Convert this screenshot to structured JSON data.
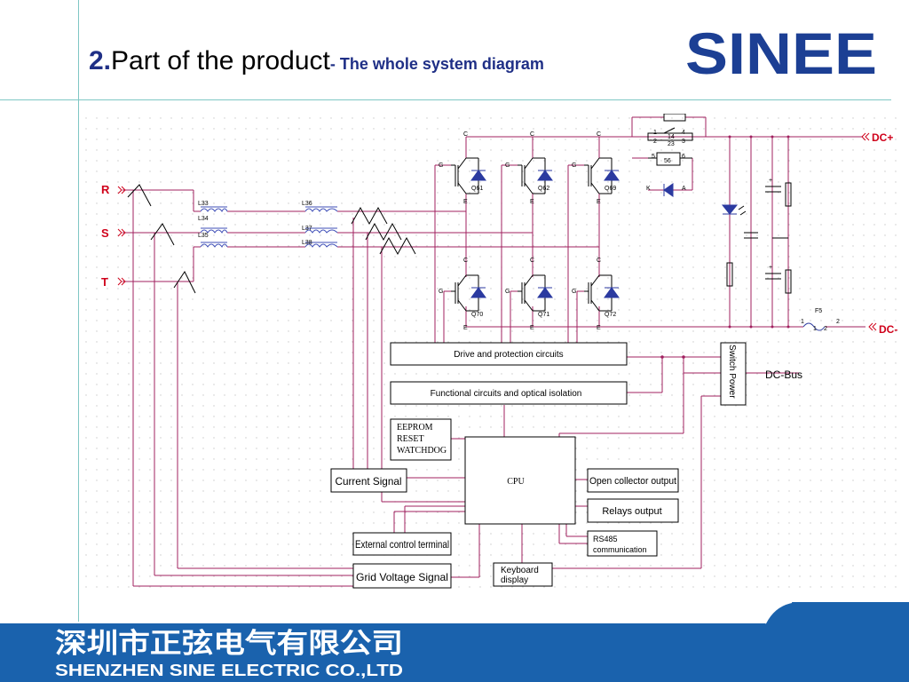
{
  "slide": {
    "title_number": "2.",
    "title_main": "Part of the product",
    "title_sub": "- The whole system diagram",
    "brand": "SINEE",
    "footer_cn": "深圳市正弦电气有限公司",
    "footer_en": "SHENZHEN SINE ELECTRIC CO.,LTD"
  },
  "colors": {
    "accent_line": "#7fc7c4",
    "title_blue": "#1f2f86",
    "logo_blue": "#1c3f94",
    "footer_blue": "#1a62ad",
    "wire": "#a0205f",
    "blue_wire": "#3f4fb7",
    "red_label": "#d0021b"
  },
  "diagram": {
    "inputs": [
      "R",
      "S",
      "T"
    ],
    "dc_plus": "DC+",
    "dc_minus": "DC-",
    "dc_bus": "DC-Bus",
    "inductors": [
      "L33",
      "L34",
      "L35",
      "L36",
      "L37",
      "L38"
    ],
    "igbts": [
      "Q61",
      "Q62",
      "Q69",
      "Q70",
      "Q71",
      "Q72"
    ],
    "pin_c": "C",
    "pin_e": "E",
    "pin_g": "G",
    "fuse": "F5",
    "relay": {
      "p1": "1",
      "p2": "2",
      "p3": "3",
      "p4": "4",
      "coil": "14",
      "coil2": "23",
      "p5": "5",
      "p6": "6",
      "mid": "56",
      "k": "K",
      "a": "A"
    },
    "fuse_pins": {
      "p1": "1",
      "p2": "2",
      "p3": "1",
      "p4": "2"
    },
    "cap_plus": "+",
    "blocks": {
      "drive": "Drive and protection circuits",
      "functional": "Functional circuits and optical isolation",
      "eeprom": [
        "EEPROM",
        "RESET",
        "WATCHDOG"
      ],
      "cpu": "CPU",
      "current": "Current Signal",
      "external": "External control terminal",
      "grid": "Grid Voltage Signal",
      "open_collector": "Open collector output",
      "relays": "Relays output",
      "rs485": [
        "RS485",
        "communication"
      ],
      "keyboard": [
        "Keyboard",
        "display"
      ],
      "switch_power": "Switch Power"
    }
  }
}
